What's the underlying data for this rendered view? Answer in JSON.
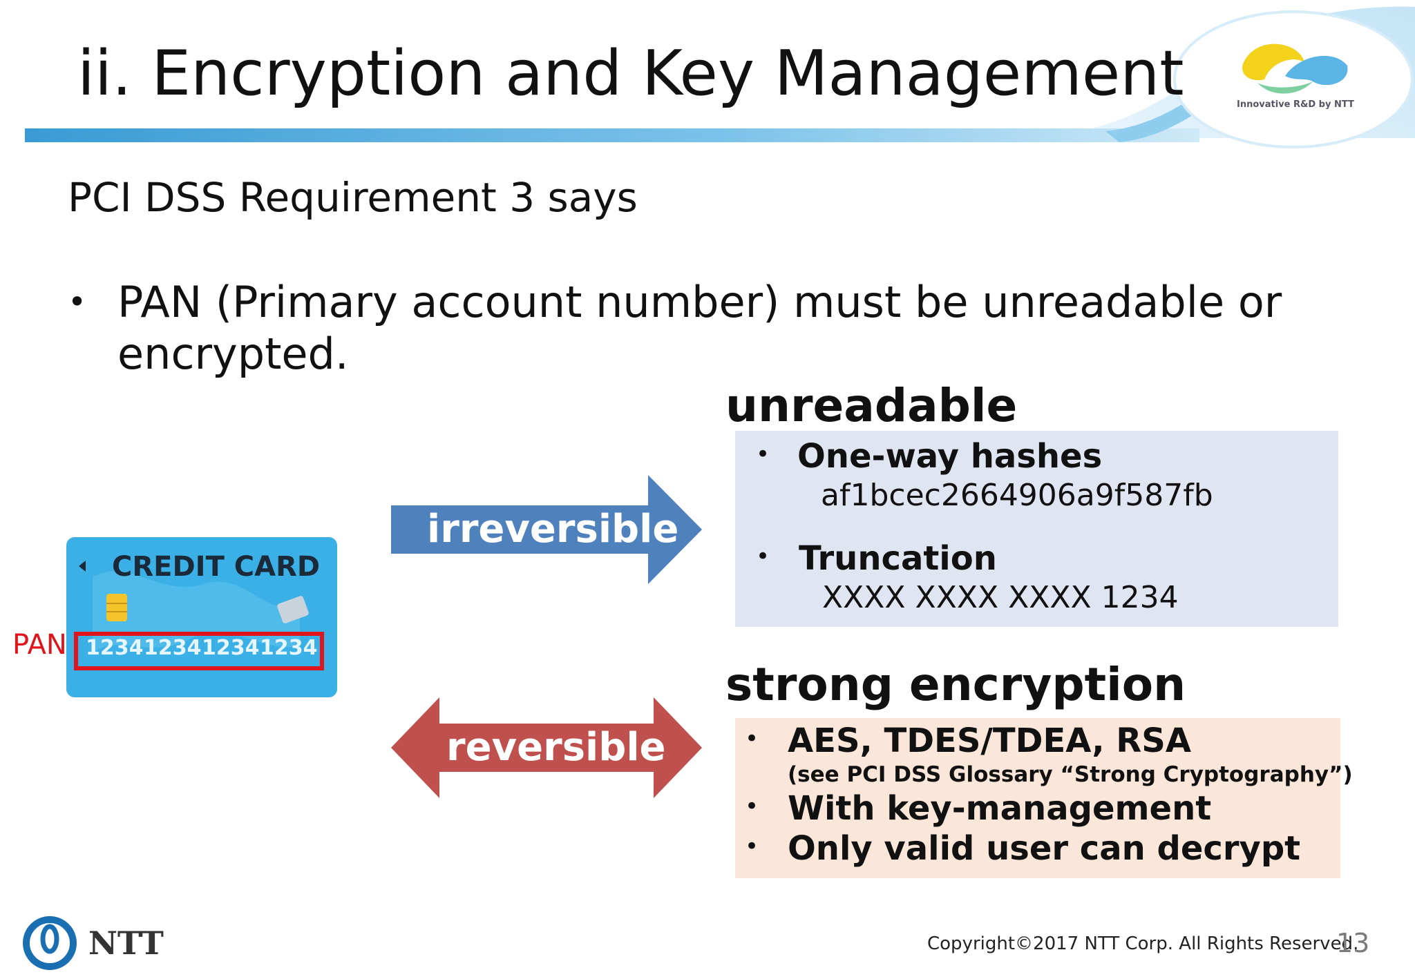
{
  "header": {
    "title": "ii. Encryption and Key Management",
    "logo_caption": "Innovative R&D by NTT"
  },
  "subtitle": "PCI DSS Requirement 3 says",
  "main_bullet": {
    "marker": "•",
    "text": "PAN (Primary account number) must be unreadable or encrypted."
  },
  "card": {
    "title": "CREDIT CARD",
    "number_groups": [
      "1234",
      "1234",
      "1234",
      "1234"
    ],
    "pan_label": "PAN"
  },
  "arrows": {
    "irreversible": "irreversible",
    "reversible": "reversible"
  },
  "unreadable": {
    "heading": "unreadable",
    "items": [
      {
        "label": "One-way hashes",
        "example": "af1bcec2664906a9f587fb"
      },
      {
        "label": "Truncation",
        "example": "XXXX XXXX XXXX 1234"
      }
    ]
  },
  "strong": {
    "heading": "strong encryption",
    "items": [
      {
        "label": "AES, TDES/TDEA, RSA",
        "note": "(see PCI DSS Glossary “Strong Cryptography”)"
      },
      {
        "label": "With key-management"
      },
      {
        "label": "Only valid user can decrypt"
      }
    ]
  },
  "footer": {
    "brand": "NTT",
    "copyright": "Copyright©2017  NTT Corp. All Rights Reserved.",
    "page_number": "13"
  },
  "colors": {
    "irreversible_arrow": "#4f81bd",
    "reversible_arrow": "#c0504d",
    "unreadable_box": "#dfe6f2",
    "strong_box": "#fbe6da",
    "pan_highlight": "#e0141c",
    "card_blue": "#3ab0e6",
    "ntt_blue": "#1a6fb3"
  }
}
